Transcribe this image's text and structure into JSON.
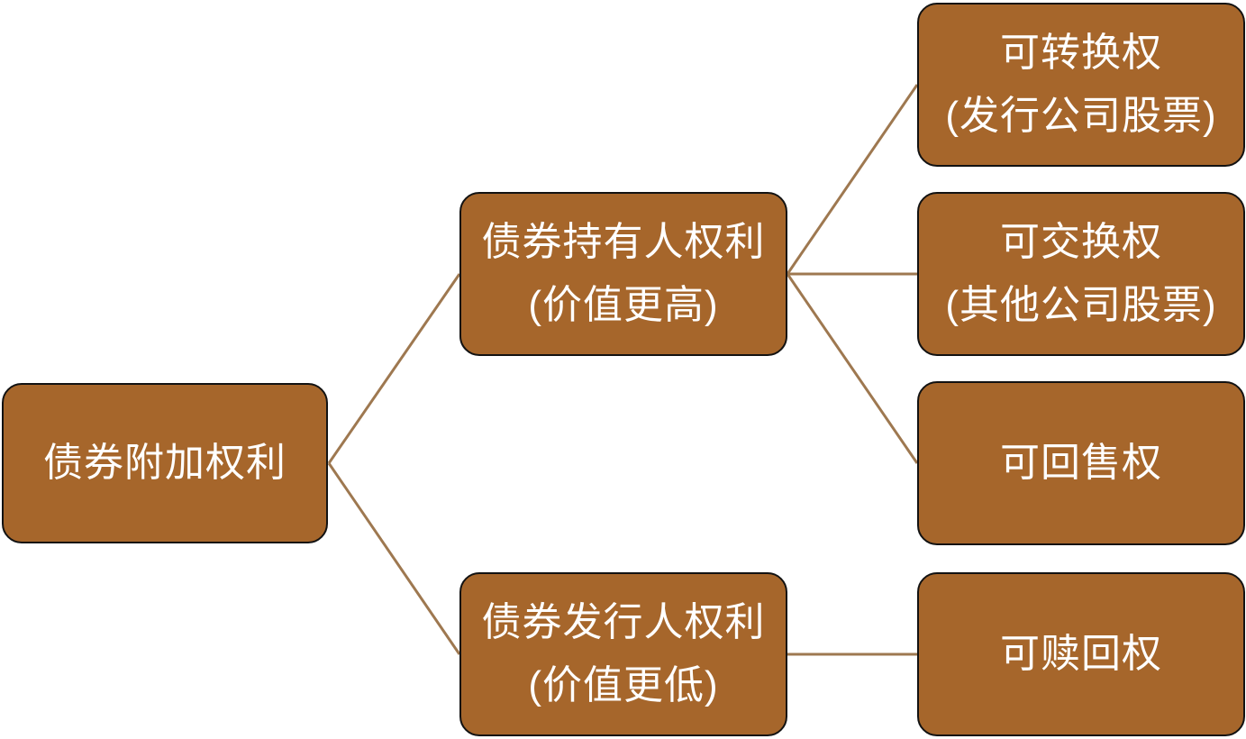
{
  "diagram": {
    "nodes": {
      "root": {
        "label": "债券附加权利"
      },
      "holder": {
        "line1": "债券持有人权利",
        "line2": "(价值更高)"
      },
      "issuer": {
        "line1": "债券发行人权利",
        "line2": "(价值更低)"
      },
      "convertible": {
        "line1": "可转换权",
        "line2": "(发行公司股票)"
      },
      "exchangeable": {
        "line1": "可交换权",
        "line2": "(其他公司股票)"
      },
      "puttable": {
        "label": "可回售权"
      },
      "callable": {
        "label": "可赎回权"
      }
    },
    "edges": [
      {
        "from": "root",
        "to": "holder"
      },
      {
        "from": "root",
        "to": "issuer"
      },
      {
        "from": "holder",
        "to": "convertible"
      },
      {
        "from": "holder",
        "to": "exchangeable"
      },
      {
        "from": "holder",
        "to": "puttable"
      },
      {
        "from": "issuer",
        "to": "callable"
      }
    ]
  },
  "colors": {
    "box_fill": "#A6662B",
    "box_border": "#121212",
    "connector": "#9E7850",
    "text": "#FFFFFF"
  }
}
